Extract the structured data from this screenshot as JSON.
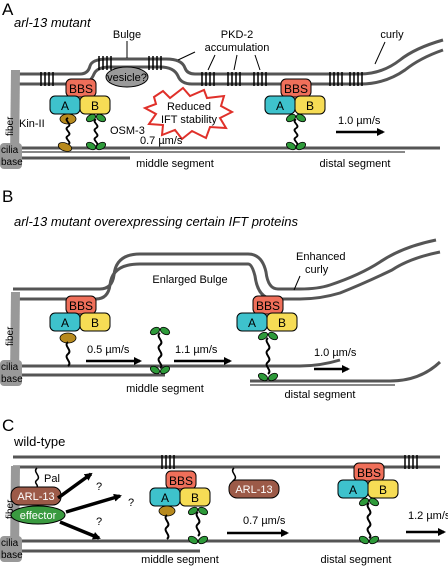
{
  "colors": {
    "bbs": "#ef6f5a",
    "a": "#3ec2cc",
    "b": "#f6dc55",
    "kinII": "#b78a1e",
    "osm3": "#2e9a3a",
    "arl13": "#9c5a48",
    "effector": "#3a9a40",
    "vesicle": "#9a9a9a",
    "fiber": "#999999",
    "star_outline": "#e0302a"
  },
  "panelA": {
    "letter": "A",
    "title": "arl-13 mutant",
    "bulge": "Bulge",
    "pkd2_line1": "PKD-2",
    "pkd2_line2": "accumulation",
    "curly": "curly",
    "vesicle": "vesicle?",
    "reduced_line1": "Reduced",
    "reduced_line2": "IFT stability",
    "kin2": "Kin-II",
    "osm3": "OSM-3",
    "speed1": "0.7 µm/s",
    "speed2": "1.0 µm/s",
    "middle": "middle segment",
    "distal": "distal segment",
    "fiber": "fiber",
    "cilia": "cilia",
    "base": "base",
    "bbs": "BBS",
    "a": "A",
    "b": "B"
  },
  "panelB": {
    "letter": "B",
    "title": "arl-13 mutant overexpressing certain IFT proteins",
    "enhanced_line1": "Enhanced",
    "enhanced_line2": "curly",
    "bulge": "Enlarged Bulge",
    "speed1": "0.5 µm/s",
    "speed2": "1.1 µm/s",
    "speed3": "1.0 µm/s",
    "middle": "middle segment",
    "distal": "distal segment",
    "fiber": "fiber",
    "cilia": "cilia",
    "base": "base",
    "bbs": "BBS",
    "a": "A",
    "b": "B"
  },
  "panelC": {
    "letter": "C",
    "title": "wild-type",
    "pal": "Pal",
    "arl13": "ARL-13",
    "effector": "effector",
    "q": "?",
    "speed1": "0.7 µm/s",
    "speed2": "1.2 µm/s",
    "middle": "middle segment",
    "distal": "distal segment",
    "fiber": "fiber",
    "cilia": "cilia",
    "base": "base",
    "bbs": "BBS",
    "a": "A",
    "b": "B"
  }
}
